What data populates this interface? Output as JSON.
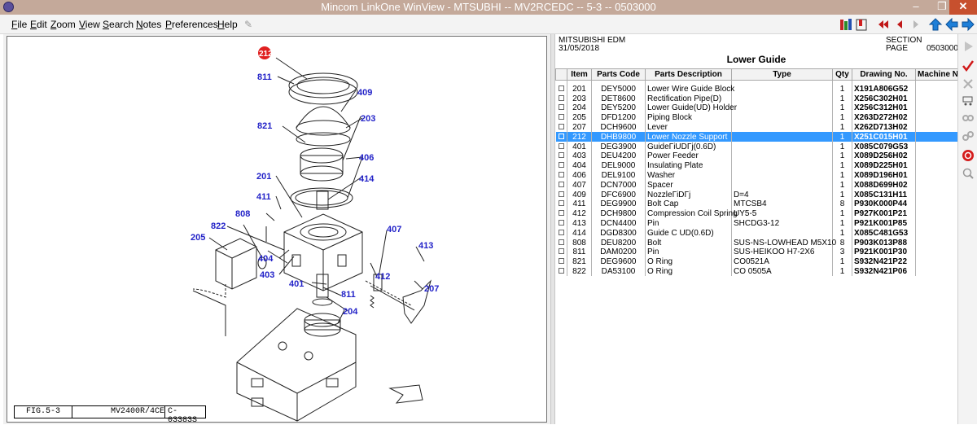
{
  "window": {
    "title": "Mincom LinkOne WinView - MTSUBHI -- MV2RCEDC -- 5-3 -- 0503000",
    "minimize_glyph": "–",
    "maximize_glyph": "❐",
    "close_glyph": "✕"
  },
  "menu": {
    "file": {
      "key": "F",
      "rest": "ile"
    },
    "edit": {
      "key": "E",
      "rest": "dit"
    },
    "zoom": {
      "key": "Z",
      "rest": "oom"
    },
    "view": {
      "key": "V",
      "rest": "iew"
    },
    "search": {
      "key": "S",
      "rest": "earch"
    },
    "notes": {
      "key": "N",
      "rest": "otes"
    },
    "preferences": {
      "key": "P",
      "rest": "references"
    },
    "help": {
      "key": "H",
      "rest": "elp"
    }
  },
  "toolbar_icons": [
    "books-icon",
    "bookmark-icon",
    "first-page-icon",
    "previous-page-icon",
    "next-page-icon",
    "up-arrow-icon",
    "back-arrow-icon",
    "forward-arrow-icon"
  ],
  "colors": {
    "titlebar": "#c4a99a",
    "close_button": "#c7502e",
    "callout_label": "#2323c8",
    "selected_row": "#3399ff",
    "highlight_callout": "#e02020"
  },
  "drawing": {
    "callouts": [
      "212",
      "811",
      "409",
      "821",
      "203",
      "406",
      "201",
      "414",
      "411",
      "808",
      "822",
      "205",
      "404",
      "403",
      "407",
      "413",
      "412",
      "401",
      "811",
      "207",
      "204"
    ],
    "highlighted_callout": "212",
    "footer": {
      "figure": "FIG.5-3",
      "model": "MV2400R/4CE",
      "code": "C-03383S"
    }
  },
  "header": {
    "company": "MITSUBISHI EDM",
    "date": "31/05/2018",
    "section_label": "SECTION",
    "page_label": "PAGE",
    "page_value": "0503000",
    "title": "Lower Guide"
  },
  "table": {
    "columns": [
      "Item",
      "Parts Code",
      "Parts Description",
      "Type",
      "Qty",
      "Drawing No.",
      "Machine No."
    ],
    "rows": [
      {
        "item": "201",
        "code": "DEY5000",
        "desc": "Lower Wire Guide Block",
        "type": "",
        "qty": "1",
        "drawing": "X191A806G52",
        "selected": false
      },
      {
        "item": "203",
        "code": "DET8600",
        "desc": "Rectification Pipe(D)",
        "type": "",
        "qty": "1",
        "drawing": "X256C302H01",
        "selected": false
      },
      {
        "item": "204",
        "code": "DEY5200",
        "desc": "Lower Guide(UD) Holder",
        "type": "",
        "qty": "1",
        "drawing": "X256C312H01",
        "selected": false
      },
      {
        "item": "205",
        "code": "DFD1200",
        "desc": "Piping Block",
        "type": "",
        "qty": "1",
        "drawing": "X263D272H02",
        "selected": false
      },
      {
        "item": "207",
        "code": "DCH9600",
        "desc": "Lever",
        "type": "",
        "qty": "1",
        "drawing": "X262D713H02",
        "selected": false
      },
      {
        "item": "212",
        "code": "DHB9800",
        "desc": "Lower Nozzle Support",
        "type": "",
        "qty": "1",
        "drawing": "X251C015H01",
        "selected": true
      },
      {
        "item": "401",
        "code": "DEG3900",
        "desc": "GuideΓiUDΓj(0.6D)",
        "type": "",
        "qty": "1",
        "drawing": "X085C079G53",
        "selected": false
      },
      {
        "item": "403",
        "code": "DEU4200",
        "desc": "Power Feeder",
        "type": "",
        "qty": "1",
        "drawing": "X089D256H02",
        "selected": false
      },
      {
        "item": "404",
        "code": "DEL9000",
        "desc": "Insulating Plate",
        "type": "",
        "qty": "1",
        "drawing": "X089D225H01",
        "selected": false
      },
      {
        "item": "406",
        "code": "DEL9100",
        "desc": "Washer",
        "type": "",
        "qty": "1",
        "drawing": "X089D196H01",
        "selected": false
      },
      {
        "item": "407",
        "code": "DCN7000",
        "desc": "Spacer",
        "type": "",
        "qty": "1",
        "drawing": "X088D699H02",
        "selected": false
      },
      {
        "item": "409",
        "code": "DFC6900",
        "desc": "NozzleΓiDΓj",
        "type": "D=4",
        "qty": "1",
        "drawing": "X085C131H11",
        "selected": false
      },
      {
        "item": "411",
        "code": "DEG9900",
        "desc": "Bolt Cap",
        "type": "MTCSB4",
        "qty": "8",
        "drawing": "P930K000P44",
        "selected": false
      },
      {
        "item": "412",
        "code": "DCH9800",
        "desc": "Compression Coil Spring",
        "type": "UY5-5",
        "qty": "1",
        "drawing": "P927K001P21",
        "selected": false
      },
      {
        "item": "413",
        "code": "DCN4400",
        "desc": "Pin",
        "type": "SHCDG3-12",
        "qty": "1",
        "drawing": "P921K001P85",
        "selected": false
      },
      {
        "item": "414",
        "code": "DGD8300",
        "desc": "Guide C UD(0.6D)",
        "type": "",
        "qty": "1",
        "drawing": "X085C481G53",
        "selected": false
      },
      {
        "item": "808",
        "code": "DEU8200",
        "desc": "Bolt",
        "type": "SUS-NS-LOWHEAD M5X10",
        "qty": "8",
        "drawing": "P903K013P88",
        "selected": false
      },
      {
        "item": "811",
        "code": "DAM0200",
        "desc": "Pin",
        "type": "SUS-HEIKOO H7-2X6",
        "qty": "3",
        "drawing": "P921K001P30",
        "selected": false
      },
      {
        "item": "821",
        "code": "DEG9600",
        "desc": "O Ring",
        "type": "CO0521A",
        "qty": "1",
        "drawing": "S932N421P22",
        "selected": false
      },
      {
        "item": "822",
        "code": "DA53100",
        "desc": "O Ring",
        "type": "CO 0505A",
        "qty": "1",
        "drawing": "S932N421P06",
        "selected": false
      }
    ]
  },
  "sidebar_icons": [
    "play-icon",
    "checkmark-icon",
    "cross-icon",
    "cart-icon",
    "link-icon",
    "unlink-icon",
    "info-icon",
    "magnify-icon"
  ]
}
